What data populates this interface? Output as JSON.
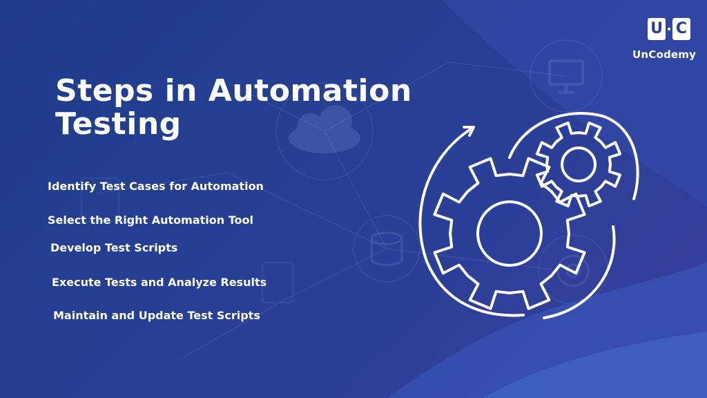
{
  "slide": {
    "title_lines": [
      "Steps in Automation",
      "Testing"
    ],
    "steps": [
      "Identify Test Cases for Automation",
      "Select the Right Automation Tool",
      "Develop Test Scripts",
      "Execute Tests and Analyze Results",
      "Maintain and Update Test Scripts"
    ]
  },
  "brand": {
    "letter_left": "U",
    "letter_right": "C",
    "name": "UnCodemy"
  },
  "icons": {
    "decor": [
      "cloud-icon",
      "monitor-icon",
      "database-icon",
      "network-lines"
    ],
    "illustration": "gears-icon"
  },
  "colors": {
    "background_deep": "#1f3c8a",
    "background_wave": "#3a57b8",
    "text": "#ffffff"
  }
}
